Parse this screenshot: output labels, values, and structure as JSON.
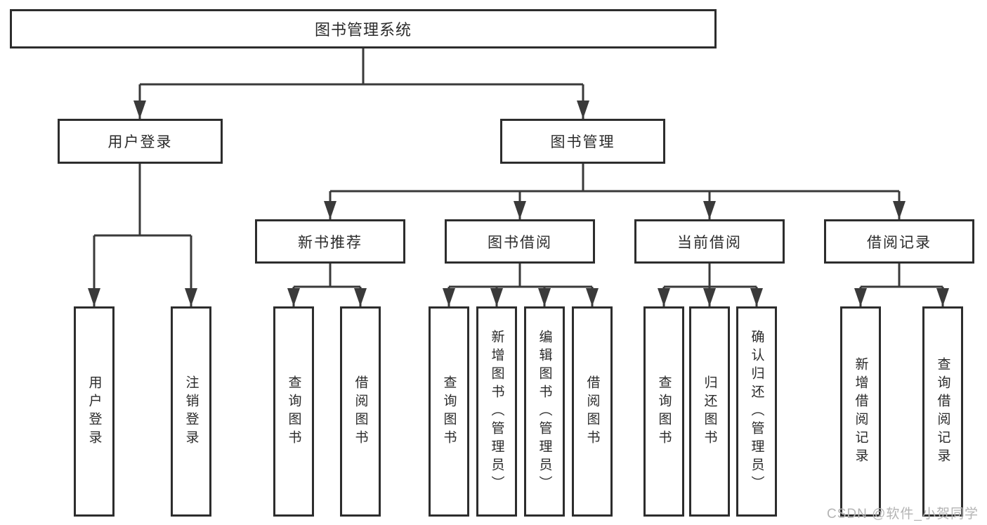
{
  "diagram_title": "图书管理系统",
  "tree": {
    "root": {
      "label": "图书管理系统"
    },
    "branches": [
      {
        "label": "用户登录",
        "children": [
          "用户登录",
          "注销登录"
        ]
      },
      {
        "label": "图书管理",
        "groups": [
          {
            "label": "新书推荐",
            "children": [
              "查询图书",
              "借阅图书"
            ]
          },
          {
            "label": "图书借阅",
            "children": [
              "查询图书",
              "新增图书（管理员）",
              "编辑图书（管理员）",
              "借阅图书"
            ]
          },
          {
            "label": "当前借阅",
            "children": [
              "查询图书",
              "归还图书",
              "确认归还（管理员）"
            ]
          },
          {
            "label": "借阅记录",
            "children": [
              "新增借阅记录",
              "查询借阅记录"
            ]
          }
        ]
      }
    ]
  },
  "watermark": {
    "text": "CSDN @软件_小贺同学"
  },
  "colors": {
    "background": "#ffffff",
    "box_border": "#2d2d2d",
    "connector_line": "#3a3a3a",
    "text": "#2b2b2b",
    "watermark_text": "#b4b4b4"
  }
}
